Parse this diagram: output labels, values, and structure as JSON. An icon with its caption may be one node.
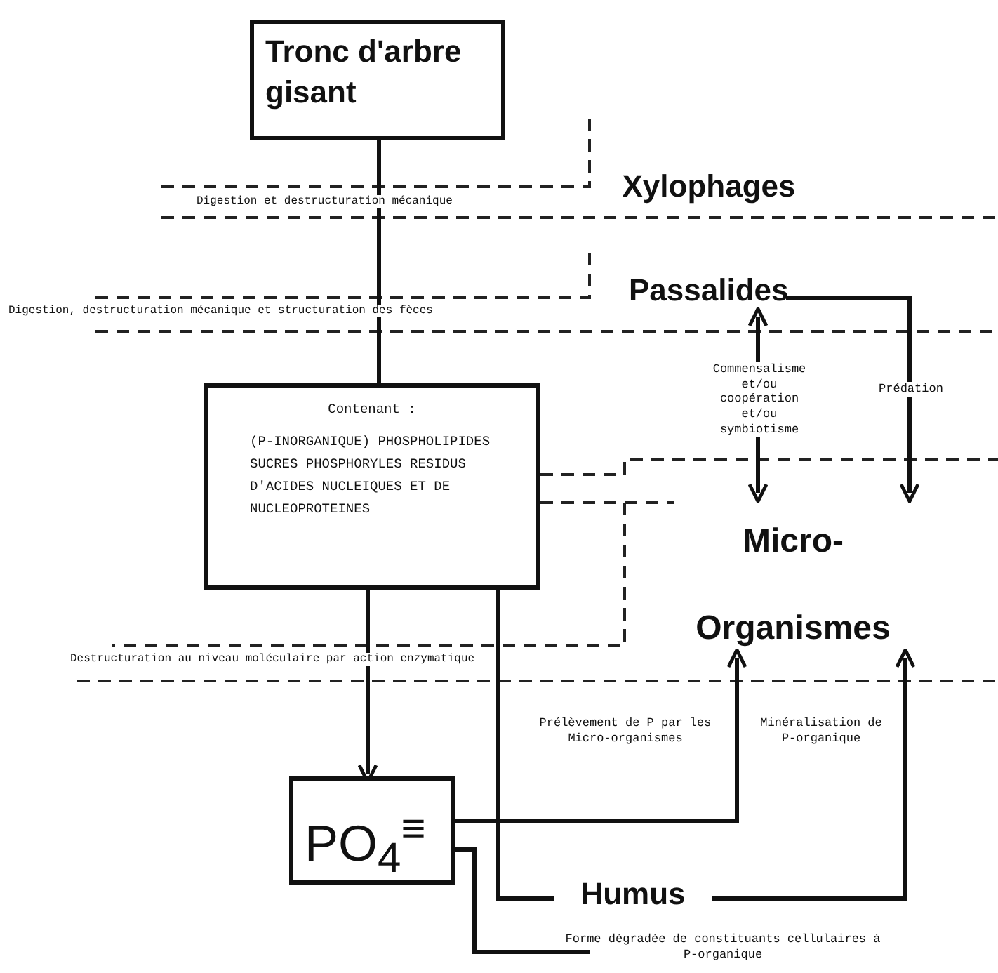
{
  "diagram": {
    "nodes": [
      {
        "text": [
          "Tronc d'arbre gisant"
        ]
      },
      {
        "text": [
          "Xylophages"
        ]
      },
      {
        "text": [
          "Passalides"
        ]
      },
      {
        "text": [
          "Contenant :",
          "(P-INORGANIQUE) PHOSPHOLIPIDES SUCRES PHOSPHORYLES RESIDUS D'ACIDES NUCLEIQUES ET DE NUCLEOPROTEINES"
        ]
      },
      {
        "text": [
          "Micro- Organismes"
        ]
      },
      {
        "text": [
          "PO$_{4}$$^{≡}$"
        ]
      },
      {
        "text": [
          "Humus"
        ]
      },
      {
        "text": [
          "Forme dégradée de constituants cellulaires à P-organique"
        ]
      }
    ],
    "edges": [
      {
        "from": 0,
        "to": 3,
        "arrow": "none"
      },
      {
        "from": 3,
        "to": 5,
        "arrow": "to"
      },
      {
        "from": 5,
        "to": 4,
        "arrow": "to",
        "label": "Prélèvement de P par les Micro-organismes"
      },
      {
        "from": 6,
        "to": 4,
        "arrow": "to",
        "label": "Minéralisation de P-organique"
      },
      {
        "from": 2,
        "to": 4,
        "arrow": "both",
        "label": "Commensalisme et/ou coopération et/ou symbiotisme"
      },
      {
        "from": 2,
        "to": 4,
        "arrow": "to",
        "label": "Prédation"
      },
      {
        "from": 3,
        "to": 6,
        "arrow": "none"
      },
      {
        "from": 5,
        "to": 7,
        "arrow": "none"
      }
    ],
    "labels": [
      "Digestion et destructuration mécanique",
      "Digestion, destructuration mécanique et structuration des fèces",
      "Destructuration au niveau moléculaire par action enzymatique"
    ]
  }
}
